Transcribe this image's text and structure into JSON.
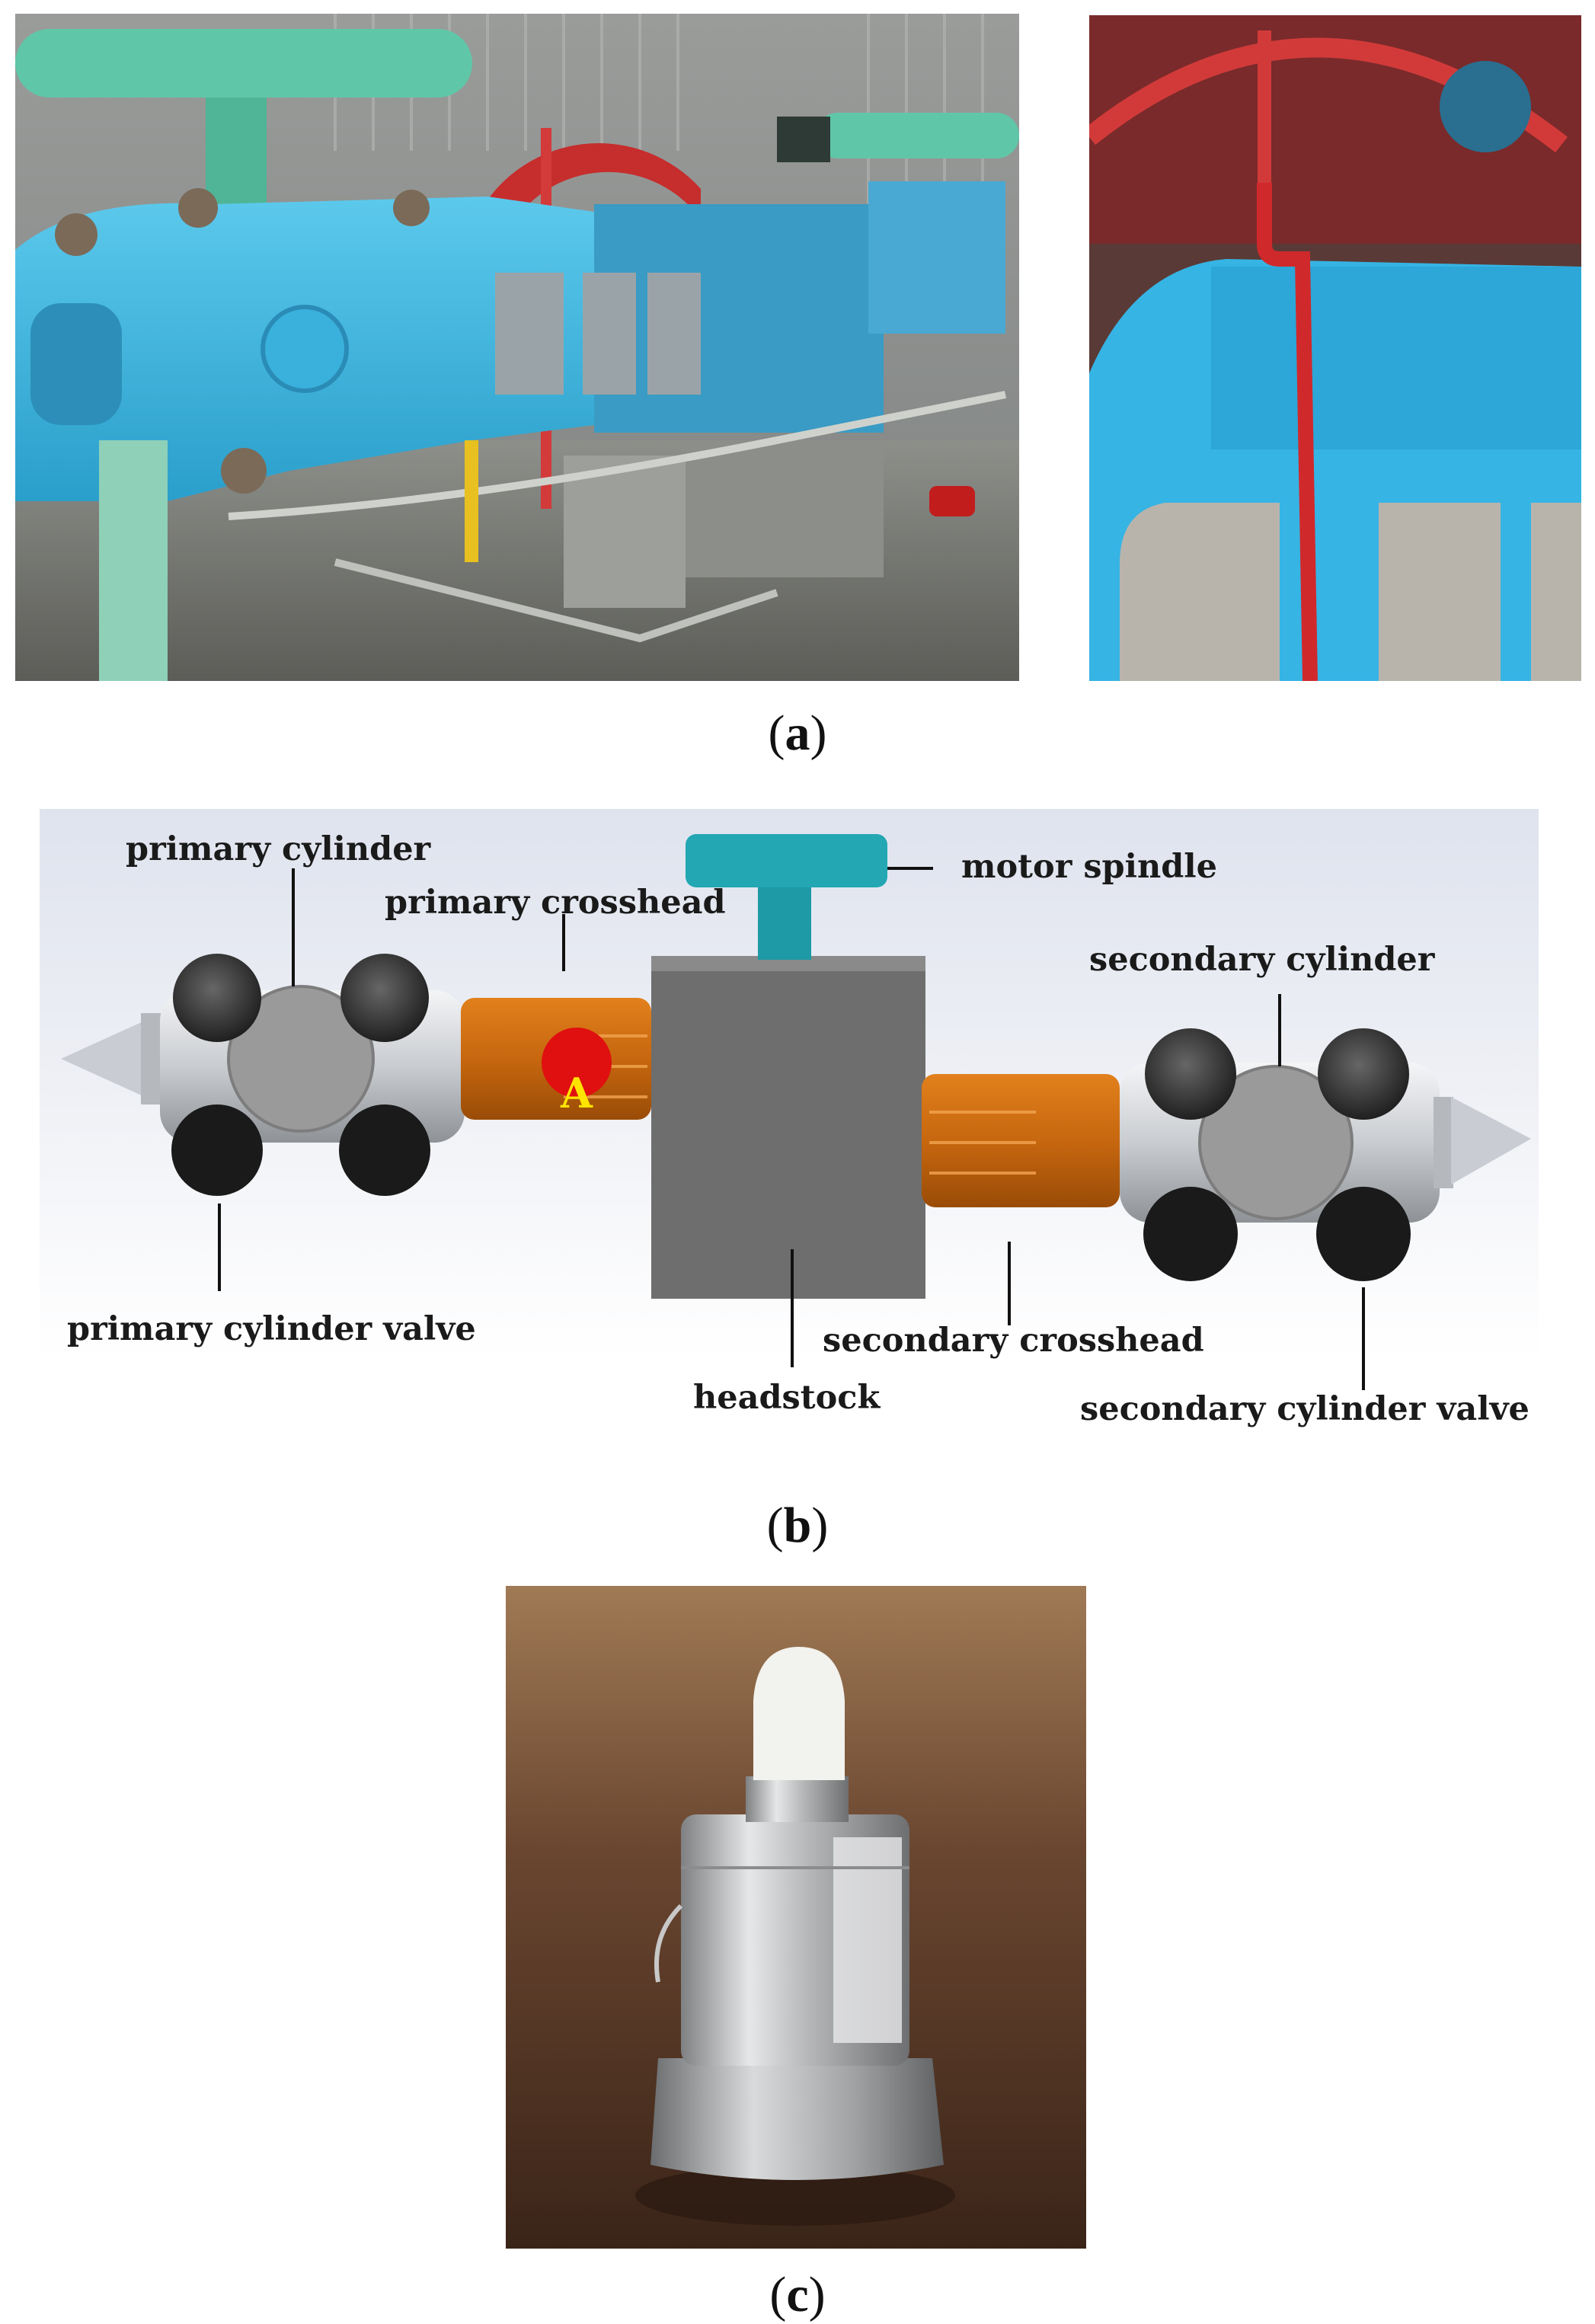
{
  "panels": {
    "a": {
      "caption_letter": "a"
    },
    "b": {
      "caption_letter": "b",
      "labels": {
        "primary_cylinder": "primary cylinder",
        "primary_crosshead": "primary crosshead",
        "motor_spindle": "motor spindle",
        "secondary_cylinder": "secondary cylinder",
        "primary_cylinder_valve": "primary cylinder valve",
        "secondary_crosshead": "secondary crosshead",
        "headstock": "headstock",
        "secondary_cylinder_valve": "secondary cylinder valve",
        "marker": "A"
      }
    },
    "c": {
      "caption_letter": "c"
    }
  },
  "colors": {
    "compressor_blue": "#3fb7de",
    "pipe_green": "#5fc7a8",
    "flywheel_red": "#c62d2d",
    "crosshead_orange": "#c7670f",
    "headstock_gray": "#6e6e6e",
    "spindle_teal": "#1e9aa6",
    "marker_red": "#e01010",
    "marker_yellow": "#ffe400"
  }
}
